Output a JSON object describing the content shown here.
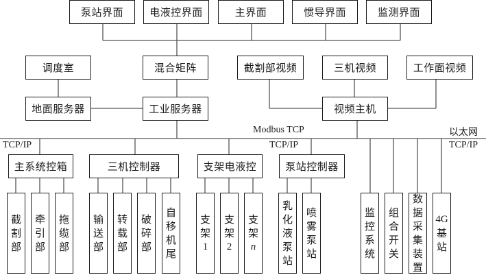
{
  "ui_screens": [
    "泵站界面",
    "电液控界面",
    "主界面",
    "惯导界面",
    "监测界面"
  ],
  "control_center": {
    "dispatch_room": "调度室",
    "hybrid_matrix": "混合矩阵",
    "ground_server": "地面服务器",
    "industrial_server": "工业服务器"
  },
  "video": {
    "shearer_video": "截割部视频",
    "three_machine_video": "三机视频",
    "face_video": "工作面视频",
    "video_host": "视频主机"
  },
  "bus_labels": {
    "modbus": "Modbus TCP",
    "ethernet": "以太网",
    "tcpip_left": "TCP/IP",
    "tcpip_mid": "TCP/IP",
    "tcpip_right": "TCP/IP"
  },
  "controllers": [
    {
      "label": "主系统控箱",
      "children": [
        [
          "截",
          "割",
          "部"
        ],
        [
          "牵",
          "引",
          "部"
        ],
        [
          "拖",
          "缆",
          "部"
        ]
      ]
    },
    {
      "label": "三机控制器",
      "children": [
        [
          "输",
          "送",
          "部"
        ],
        [
          "转",
          "载",
          "部"
        ],
        [
          "破",
          "碎",
          "部"
        ],
        [
          "自",
          "移",
          "机",
          "尾"
        ]
      ]
    },
    {
      "label": "支架电液控",
      "children": [
        [
          "支",
          "架",
          "1"
        ],
        [
          "支",
          "架",
          "2"
        ],
        [
          "支",
          "架",
          "n"
        ]
      ]
    },
    {
      "label": "泵站控制器",
      "children": [
        [
          "乳",
          "化",
          "液",
          "泵",
          "站"
        ],
        [
          "喷",
          "雾",
          "泵",
          "站"
        ]
      ]
    }
  ],
  "ethernet_devices": [
    [
      "监",
      "控",
      "系",
      "统"
    ],
    [
      "组",
      "合",
      "开",
      "关"
    ],
    [
      "数",
      "据",
      "采",
      "集",
      "装",
      "置"
    ],
    [
      "4G",
      "基",
      "站"
    ]
  ]
}
